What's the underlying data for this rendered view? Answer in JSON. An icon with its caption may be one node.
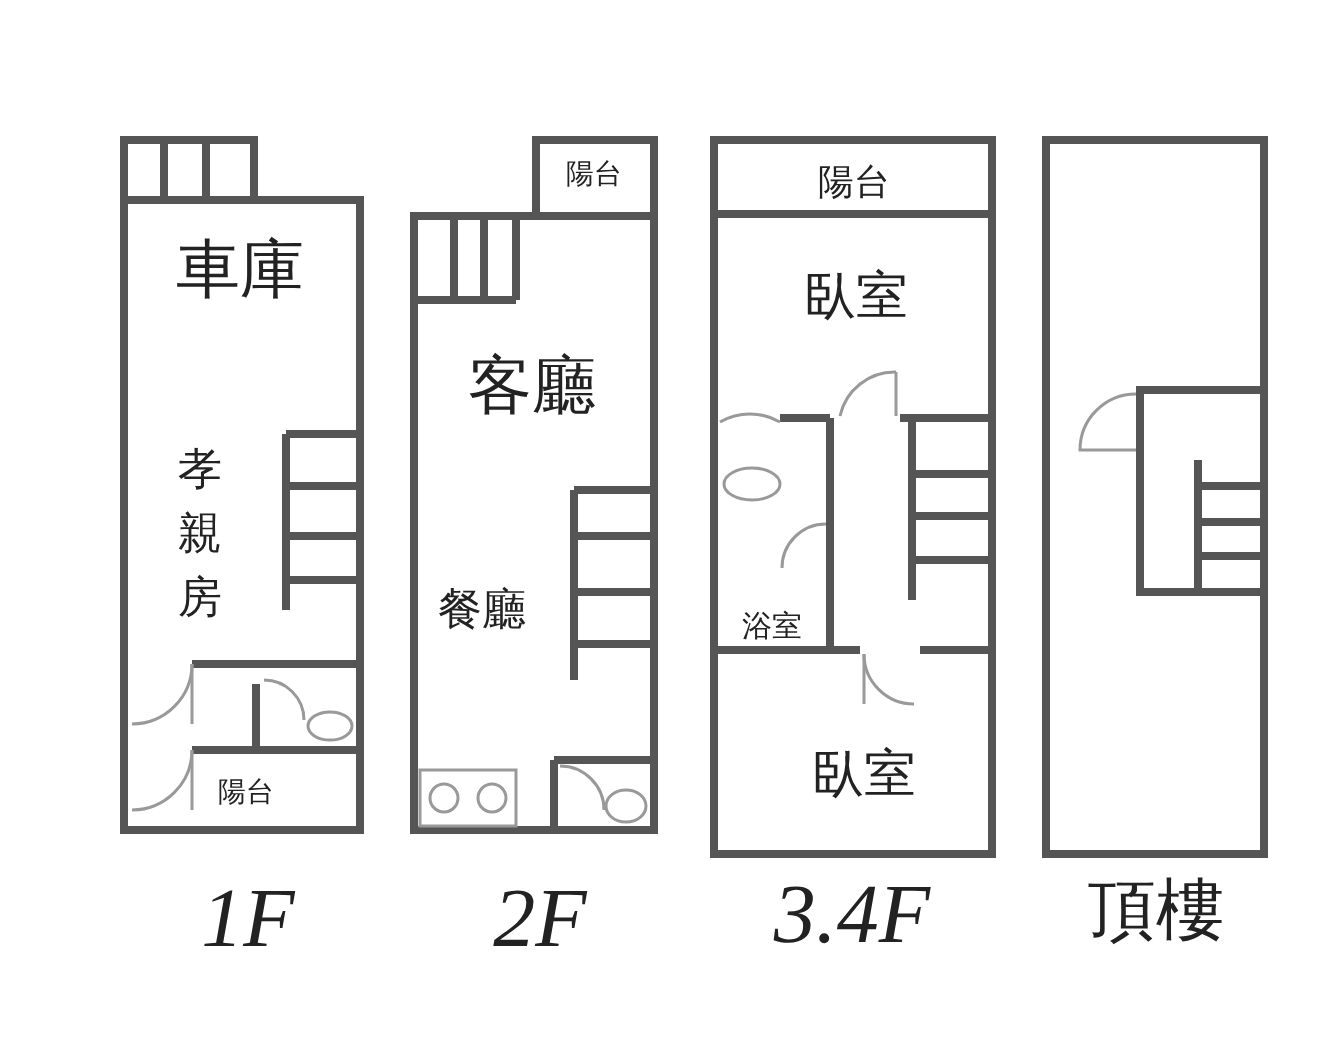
{
  "diagram": {
    "labels": [
      "車庫",
      "孝親房",
      "陽台",
      "陽台",
      "客廳",
      "餐廳",
      "陽台",
      "臥室",
      "浴室",
      "臥室",
      "1F",
      "2F",
      "3.4F",
      "頂樓"
    ]
  }
}
